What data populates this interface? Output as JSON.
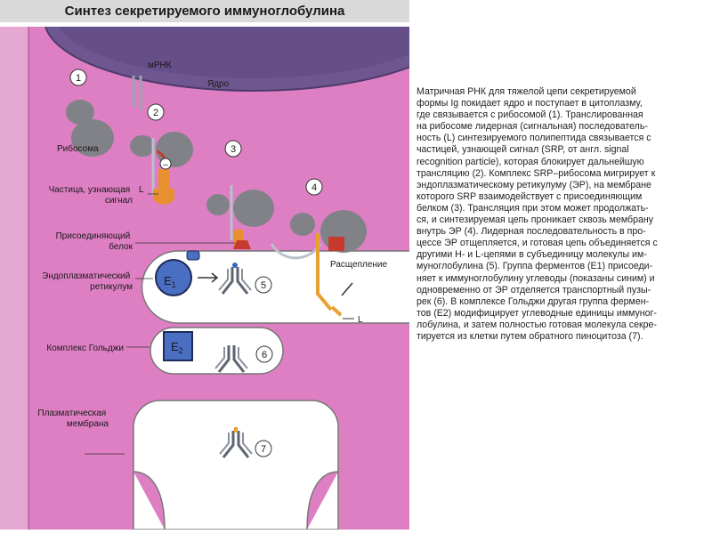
{
  "title": "Синтез секретируемого иммуноглобулина",
  "labels": {
    "mrna": "мРНК",
    "nucleus": "Ядро",
    "ribosome": "Рибосома",
    "srp": [
      "Частица, узнающая",
      "сигнал"
    ],
    "L": "L",
    "docking": [
      "Присоединяющий",
      "белок"
    ],
    "er": [
      "Эндоплазматический",
      "ретикулум"
    ],
    "golgi": "Комплекс Гольджи",
    "membrane": [
      "Плазматическая",
      "мембрана"
    ],
    "cleavage": "Расщепление",
    "L2": "L",
    "E1": "E",
    "E1sub": "1",
    "E2": "E",
    "E2sub": "2",
    "minus": "–"
  },
  "steps": [
    "1",
    "2",
    "3",
    "4",
    "5",
    "6",
    "7"
  ],
  "description": [
    "Матричная РНК для тяжелой цепи секретируемой",
    "формы Ig покидает ядро и поступает в цитоплазму,",
    "где связывается с рибосомой (1). Транслированная",
    "на рибосоме лидерная (сигнальная) последователь-",
    "ность (L) синтезируемого полипептида связывается с",
    "частицей, узнающей сигнал (SRP, от англ. signal",
    "recognition particle), которая блокирует дальнейшую",
    "трансляцию (2). Комплекс SRP–рибосома мигрирует к",
    "эндоплазматическому ретикулуму (ЭР), на мембране",
    "которого SRP взаимодействует с присоединяющим",
    "белком (3). Трансляция при этом может продолжать-",
    "ся, и синтезируемая цепь проникает сквозь мембрану",
    "внутрь ЭР (4). Лидерная последовательность в про-",
    "цессе ЭР отщепляется, и готовая цепь объединяется с",
    "другими Н- и L-цепями в субъединицу молекулы им-",
    "муноглобулина (5). Группа ферментов (E1) присоеди-",
    "няет к иммуноглобулину углеводы (показаны синим) и",
    "одновременно от ЭР отделяется транспортный пузы-",
    "рек (6). В комплексе Гольджи другая группа фермен-",
    "тов (E2) модифицирует углеводные единицы иммуног-",
    "лобулина, и затем полностью готовая молекула секре-",
    "тируется из клетки путем обратного пиноцитоза (7)."
  ],
  "colors": {
    "cytoplasm": "#dd7fc2",
    "nucleus": "#6e5690",
    "organelle": "#ffffff",
    "ribosome": "#808288",
    "srp": "#e8902f",
    "docking": "#c63a2f",
    "enzyme": "#4a6ec2",
    "title_bg": "#d9d9d9"
  }
}
